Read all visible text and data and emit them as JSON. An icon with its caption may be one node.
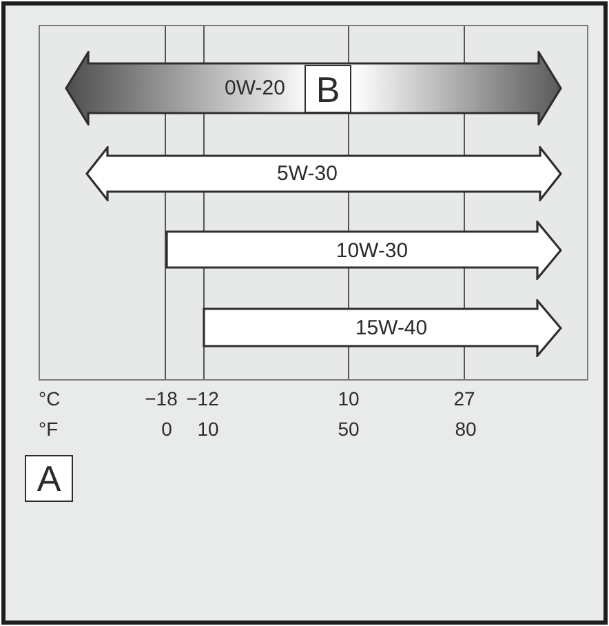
{
  "diagram": {
    "nodes": [
      {
        "text": [
          "0W-20"
        ]
      },
      {
        "text": [
          "B"
        ],
        "in": 0
      },
      {
        "text": [
          "5W-30"
        ]
      },
      {
        "text": [
          "10W-30"
        ]
      },
      {
        "text": [
          "15W-40"
        ]
      },
      {
        "text": [
          "A"
        ]
      }
    ],
    "labels": [
      "°C",
      "−18",
      "−12",
      "10",
      "27",
      "°F",
      "0",
      "10",
      "50",
      "80"
    ]
  }
}
